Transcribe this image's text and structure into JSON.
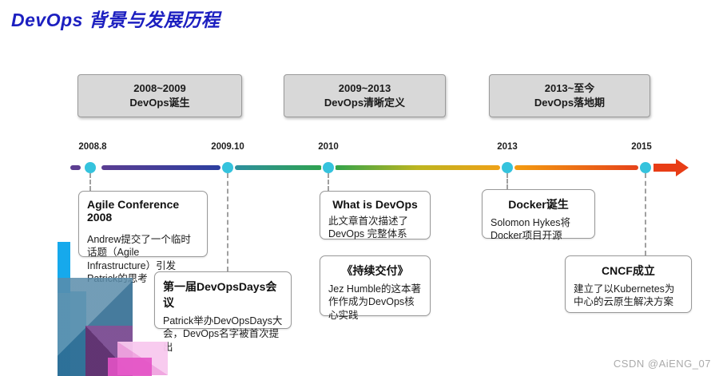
{
  "title": "DevOps 背景与发展历程",
  "title_color": "#1c1fc0",
  "watermark": "CSDN @AiENG_07",
  "phases": [
    {
      "range": "2008~2009",
      "label": "DevOps诞生"
    },
    {
      "range": "2009~2013",
      "label": "DevOps清晰定义"
    },
    {
      "range": "2013~至今",
      "label": "DevOps落地期"
    }
  ],
  "timeline": {
    "years": [
      "2008.8",
      "2009.10",
      "2010",
      "2013",
      "2015"
    ],
    "dot_color": "#35c3dd",
    "arrow_color": "#e83d16",
    "gradient_colors": [
      "#5c3e91",
      "#2c3fa0",
      "#2d8f9e",
      "#2fa24f",
      "#bdb520",
      "#efa117",
      "#e6431a"
    ]
  },
  "events": [
    {
      "year": "2008.8",
      "title": "Agile Conference 2008",
      "body": "Andrew提交了一个临时话题（Agile Infrastructure）引发Patrick的思考"
    },
    {
      "year": "2009.10",
      "title": "第一届DevOpsDays会议",
      "body": "Patrick举办DevOpsDays大会，DevOps名字被首次提出"
    },
    {
      "year": "2010",
      "title": "What is DevOps",
      "body": "此文章首次描述了 DevOps 完整体系"
    },
    {
      "year": "2010",
      "title": "《持续交付》",
      "body": "Jez Humble的这本著作作成为DevOps核心实践"
    },
    {
      "year": "2013",
      "title": "Docker诞生",
      "body": "Solomon Hykes将 Docker项目开源"
    },
    {
      "year": "2015",
      "title": "CNCF成立",
      "body": "建立了以Kubernetes为中心的云原生解决方案"
    }
  ]
}
